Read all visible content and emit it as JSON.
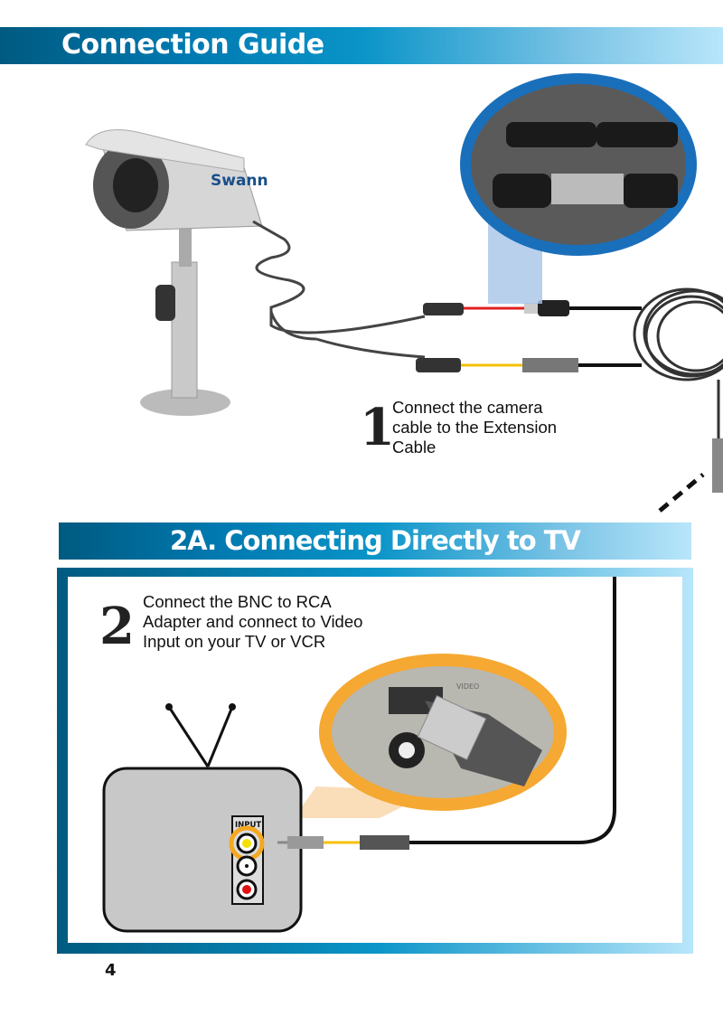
{
  "header": {
    "title": "Connection Guide"
  },
  "camera": {
    "brand": "Swann"
  },
  "step1": {
    "number": "1",
    "text": [
      "Connect the camera",
      "cable to the Extension",
      "Cable"
    ]
  },
  "section": {
    "title": "2A. Connecting Directly to TV"
  },
  "step2": {
    "number": "2",
    "text": [
      "Connect the BNC to RCA",
      "Adapter and connect to Video",
      "Input on your TV or VCR"
    ]
  },
  "tv": {
    "input_label": "INPUT"
  },
  "closeup": {
    "label": "VIDEO"
  },
  "footer": {
    "page_number": "4"
  },
  "colors": {
    "accent_blue": "#0079b0",
    "zoom_ring_blue": "#1a6fba",
    "zoom_ring_orange": "#f5a832",
    "cable_red": "#e02020",
    "cable_yellow": "#f5c000"
  }
}
